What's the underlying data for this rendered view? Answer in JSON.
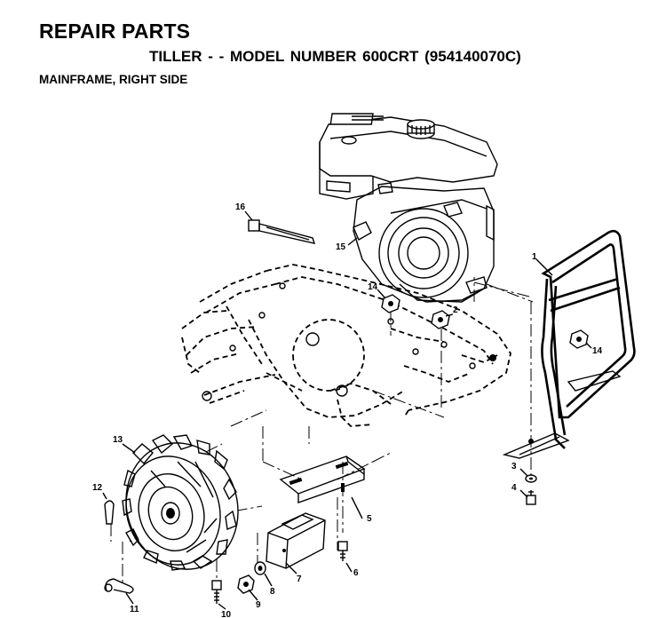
{
  "header": {
    "title": "REPAIR PARTS",
    "subtitle": "TILLER - - MODEL NUMBER 600CRT (954140070C)",
    "section": "MAINFRAME, RIGHT SIDE"
  },
  "callouts": {
    "c1": "1",
    "c2": "2",
    "c3": "3",
    "c4": "4",
    "c5": "5",
    "c6": "6",
    "c7": "7",
    "c8": "8",
    "c9": "9",
    "c10": "10",
    "c11": "11",
    "c12": "12",
    "c13": "13",
    "c14a": "14",
    "c14b": "14",
    "c15": "15",
    "c16": "16"
  }
}
